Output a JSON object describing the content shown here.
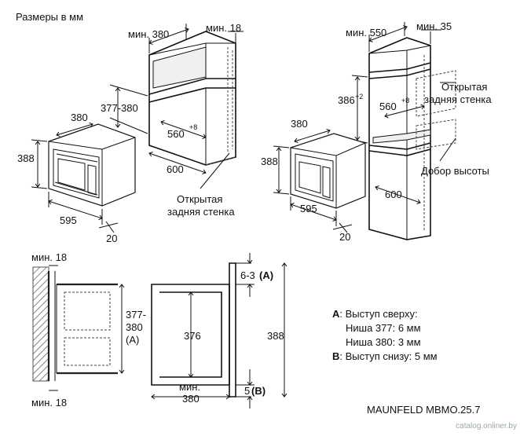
{
  "header": {
    "title": "Размеры в мм"
  },
  "labels": {
    "min380": "мин. 380",
    "min18": "мин. 18",
    "min550": "мин. 550",
    "min35": "мин. 35",
    "h377_380": "377-380",
    "w560": "560",
    "sup8": "+8",
    "d600": "600",
    "w380": "380",
    "h388": "388",
    "w595": "595",
    "d20": "20",
    "open_back_1": "Открытая",
    "open_back_2": "задняя стенка",
    "h386": "386",
    "sup2": "+2",
    "height_addon": "Добор высоты",
    "side_min18_top": "мин. 18",
    "side_min18_bottom": "мин. 18",
    "side_377": "377-",
    "side_380": "380",
    "side_A": "(A)",
    "h376": "376",
    "min_380_a": "мин.",
    "min_380_b": "380",
    "gap_6_3": "6-3",
    "gap_A": "(A)",
    "gap_5": "5",
    "gap_B": "(B)",
    "h388_right": "388"
  },
  "notes": {
    "a_key": "A",
    "a_text": ": Выступ сверху:",
    "a_line1": "Ниша 377: 6 мм",
    "a_line2": "Ниша 380: 3 мм",
    "b_key": "B",
    "b_text": ": Выступ снизу: 5 мм"
  },
  "footer": {
    "model": "MAUNFELD MBMO.25.7",
    "watermark": "catalog.onliner.by"
  },
  "icons": [
    "microwave-front",
    "cabinet-wall",
    "cabinet-tall",
    "side-section"
  ]
}
